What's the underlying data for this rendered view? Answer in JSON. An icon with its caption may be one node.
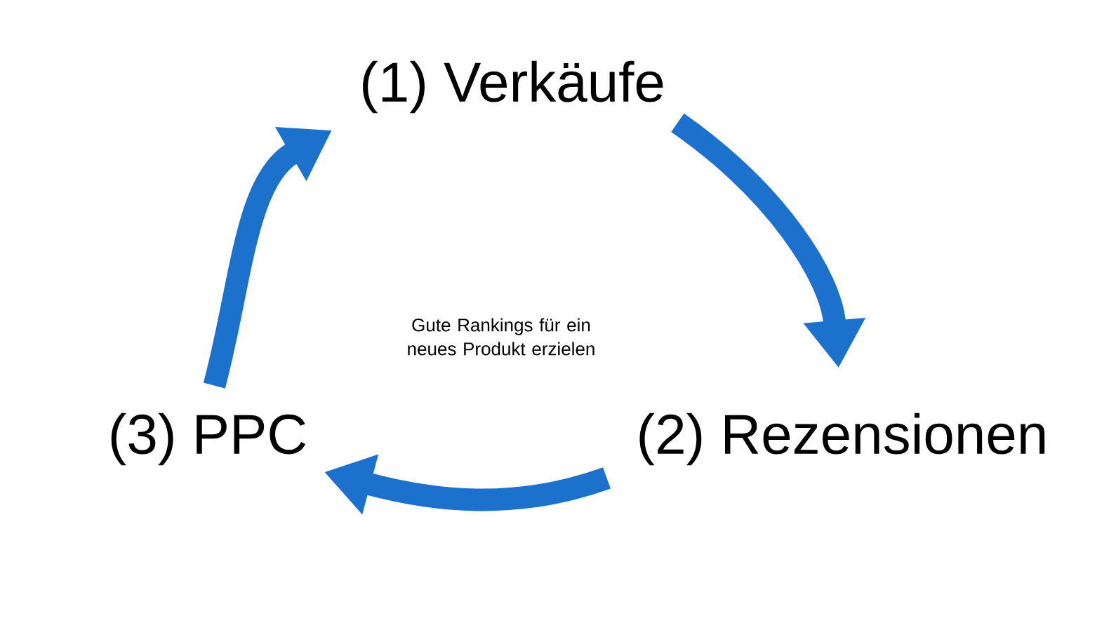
{
  "diagram": {
    "nodes": [
      {
        "text": [
          "(1) Verkäufe"
        ]
      },
      {
        "text": [
          "(2) Rezensionen"
        ]
      },
      {
        "text": [
          "(3) PPC"
        ]
      },
      {
        "text": [
          "Gute Rankings für ein neues Produkt erzielen"
        ]
      }
    ],
    "edges": [
      {
        "from": 0,
        "to": 1,
        "arrow": "to"
      },
      {
        "from": 1,
        "to": 2,
        "arrow": "to"
      },
      {
        "from": 2,
        "to": 0,
        "arrow": "to"
      }
    ]
  }
}
